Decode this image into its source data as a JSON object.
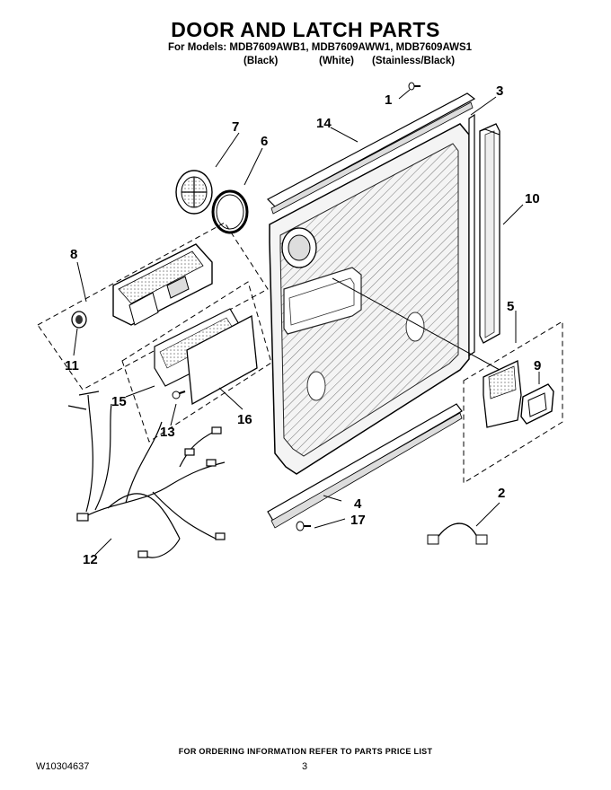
{
  "header": {
    "title": "DOOR AND LATCH PARTS",
    "models": "For Models: MDB7609AWB1, MDB7609AWW1, MDB7609AWS1",
    "colors": [
      "(Black)",
      "(White)",
      "(Stainless/Black)"
    ]
  },
  "callouts": {
    "c1": "1",
    "c2": "2",
    "c3": "3",
    "c4": "4",
    "c5": "5",
    "c6": "6",
    "c7": "7",
    "c8": "8",
    "c9": "9",
    "c10": "10",
    "c11": "11",
    "c12": "12",
    "c13": "13",
    "c14": "14",
    "c15": "15",
    "c16": "16",
    "c17": "17"
  },
  "footer": {
    "note": "FOR ORDERING INFORMATION REFER TO PARTS PRICE LIST",
    "doc_number": "W10304637",
    "page": "3"
  }
}
